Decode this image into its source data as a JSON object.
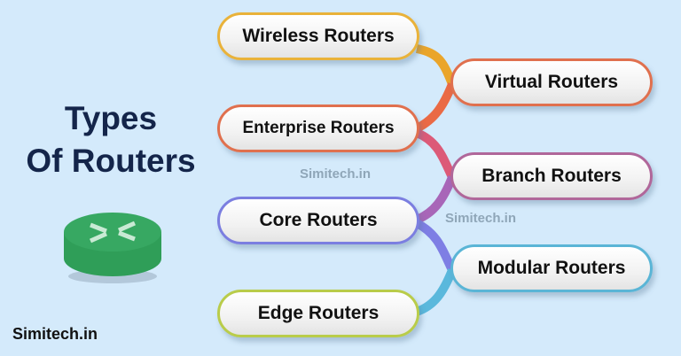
{
  "title": {
    "line1": "Types",
    "line2": "Of Routers"
  },
  "brand": "Simitech.in",
  "watermarks": [
    "Simitech.in",
    "Simitech.in"
  ],
  "icon": "router-icon",
  "nodes": [
    {
      "label": "Wireless Routers",
      "color": "#e9b23a"
    },
    {
      "label": "Virtual Routers",
      "color": "#e0704e"
    },
    {
      "label": "Enterprise Routers",
      "color": "#e0704e"
    },
    {
      "label": "Branch Routers",
      "color": "#b0679a"
    },
    {
      "label": "Core Routers",
      "color": "#7b7ee0"
    },
    {
      "label": "Modular Routers",
      "color": "#5ab5d6"
    },
    {
      "label": "Edge Routers",
      "color": "#b9cc4a"
    }
  ]
}
